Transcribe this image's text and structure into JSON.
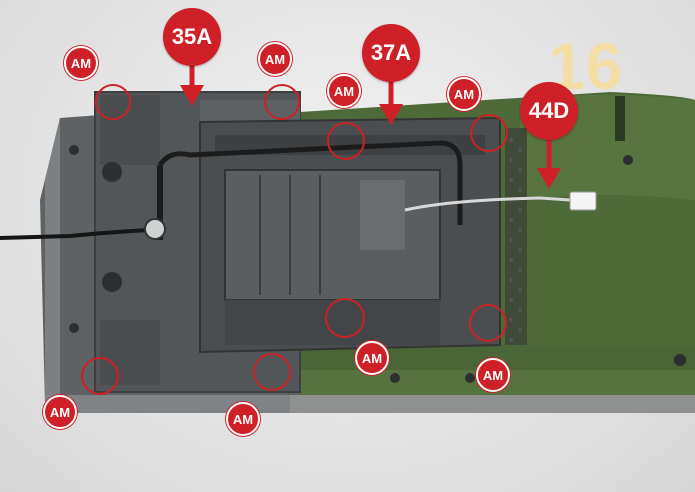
{
  "step_number": "16",
  "part_labels": {
    "p35a": "35A",
    "p37a": "37A",
    "p44d": "44D"
  },
  "screw_label": "AM",
  "colors": {
    "marker_red": "#cf1f27",
    "step_number": "#f3dfa6",
    "boiler_green": "#4f6a3a",
    "frame_grey": "#5a5d5f"
  }
}
